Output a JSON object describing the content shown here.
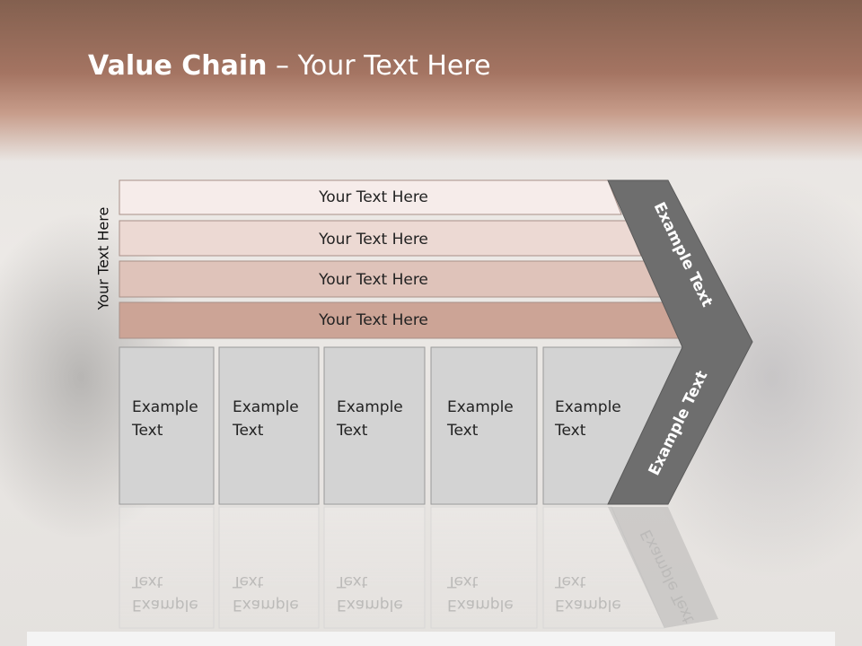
{
  "title": {
    "bold": "Value Chain",
    "rest": " – Your Text Here"
  },
  "side_label": "Your Text Here",
  "rows": [
    {
      "label": "Your Text Here",
      "fill": "#f6ecea"
    },
    {
      "label": "Your Text Here",
      "fill": "#ecd9d3"
    },
    {
      "label": "Your Text Here",
      "fill": "#dfc3ba"
    },
    {
      "label": "Your Text Here",
      "fill": "#cca496"
    }
  ],
  "boxes": [
    {
      "line1": "Example",
      "line2": "Text"
    },
    {
      "line1": "Example",
      "line2": "Text"
    },
    {
      "line1": "Example",
      "line2": "Text"
    },
    {
      "line1": "Example",
      "line2": "Text"
    },
    {
      "line1": "Example",
      "line2": "Text"
    }
  ],
  "arrow": {
    "upper_label": "Example Text",
    "lower_label": "Example Text",
    "color": "#6e6e6e"
  },
  "colors": {
    "box_fill": "#d3d3d3",
    "box_stroke": "#9a9a9a",
    "header": "#a47462"
  }
}
